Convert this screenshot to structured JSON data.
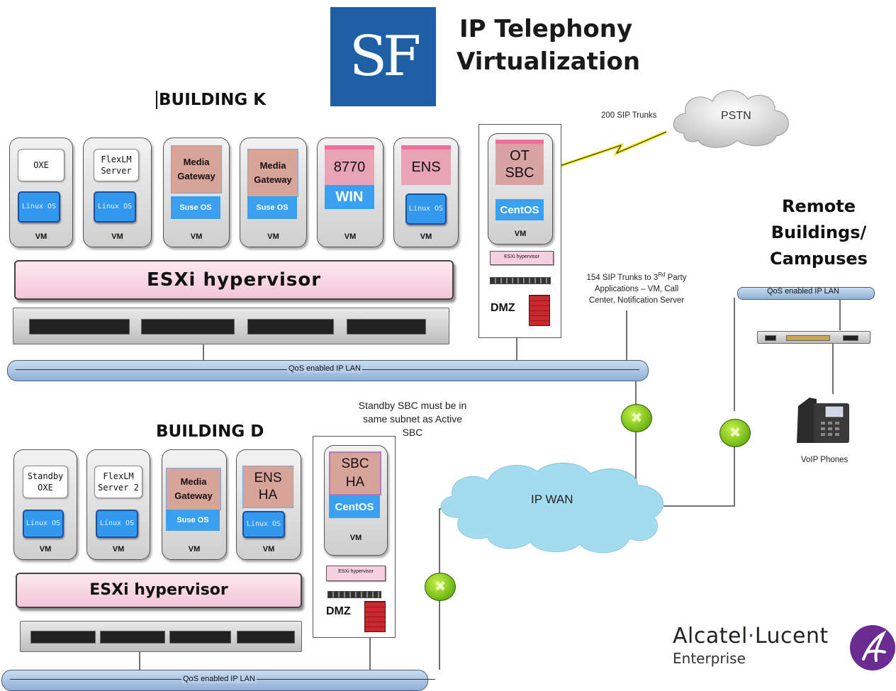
{
  "header": {
    "title_line1": "IP Telephony",
    "title_line2": "Virtualization",
    "logo_text": "SF"
  },
  "building_k": {
    "label": "BUILDING K",
    "vms": [
      {
        "app": "OXE",
        "os": "Linux OS",
        "vm": "VM"
      },
      {
        "app": "FlexLM Server",
        "os": "Linux OS",
        "vm": "VM"
      },
      {
        "app": "Media Gateway",
        "os": "Suse OS",
        "vm": "VM"
      },
      {
        "app": "Media Gateway",
        "os": "Suse OS",
        "vm": "VM"
      },
      {
        "app": "8770",
        "os": "WIN",
        "vm": "VM"
      },
      {
        "app": "ENS",
        "os": "Linux OS",
        "vm": "VM"
      }
    ],
    "hypervisor": "ESXi hypervisor",
    "dmz": {
      "app_line1": "OT",
      "app_line2": "SBC",
      "os": "CentOS",
      "vm": "VM",
      "mini_hypervisor": "ESXi hypervisor",
      "label": "DMZ"
    },
    "lan": "QoS enabled IP LAN"
  },
  "building_d": {
    "label": "BUILDING D",
    "vms": [
      {
        "app": "Standby OXE",
        "os": "Linux OS",
        "vm": "VM"
      },
      {
        "app": "FlexLM Server 2",
        "os": "Linux OS",
        "vm": "VM"
      },
      {
        "app": "Media Gateway",
        "os": "Suse OS",
        "vm": "VM"
      },
      {
        "app_line1": "ENS",
        "app_line2": "HA",
        "os": "Linux OS",
        "vm": "VM"
      }
    ],
    "hypervisor": "ESXi hypervisor",
    "dmz": {
      "app_line1": "SBC",
      "app_line2": "HA",
      "os": "CentOS",
      "vm": "VM",
      "mini_hypervisor": "ESXi hypervisor",
      "label": "DMZ"
    },
    "lan": "QoS enabled IP LAN"
  },
  "network": {
    "pstn": "PSTN",
    "sip_trunks": "200 SIP Trunks",
    "sip_party_line1": "154 SIP Trunks to 3",
    "sip_party_sup": "Rd",
    "sip_party_line1b": " Party",
    "sip_party_line2": "Applications – VM, Call",
    "sip_party_line3": "Center, Notification Server",
    "standby_note_line1": "Standby SBC must be in",
    "standby_note_line2": "same subnet as Active",
    "standby_note_line3": "SBC",
    "ip_wan": "IP WAN"
  },
  "remote": {
    "title_line1": "Remote",
    "title_line2": "Buildings/",
    "title_line3": "Campuses",
    "lan": "QoS enabled IP LAN",
    "phones": "VoIP Phones"
  },
  "brand": {
    "name_part1": "Alcatel",
    "separator": "·",
    "name_part2": "Lucent",
    "sub": "Enterprise"
  },
  "colors": {
    "logo_blue": "#1f5fa6",
    "lan_blue": "#a9c4e4",
    "router_green": "#7bbf1c",
    "hyper_pink": "#f3c6d7",
    "os_blue": "#3399ee",
    "brand_purple": "#6a2c91"
  }
}
